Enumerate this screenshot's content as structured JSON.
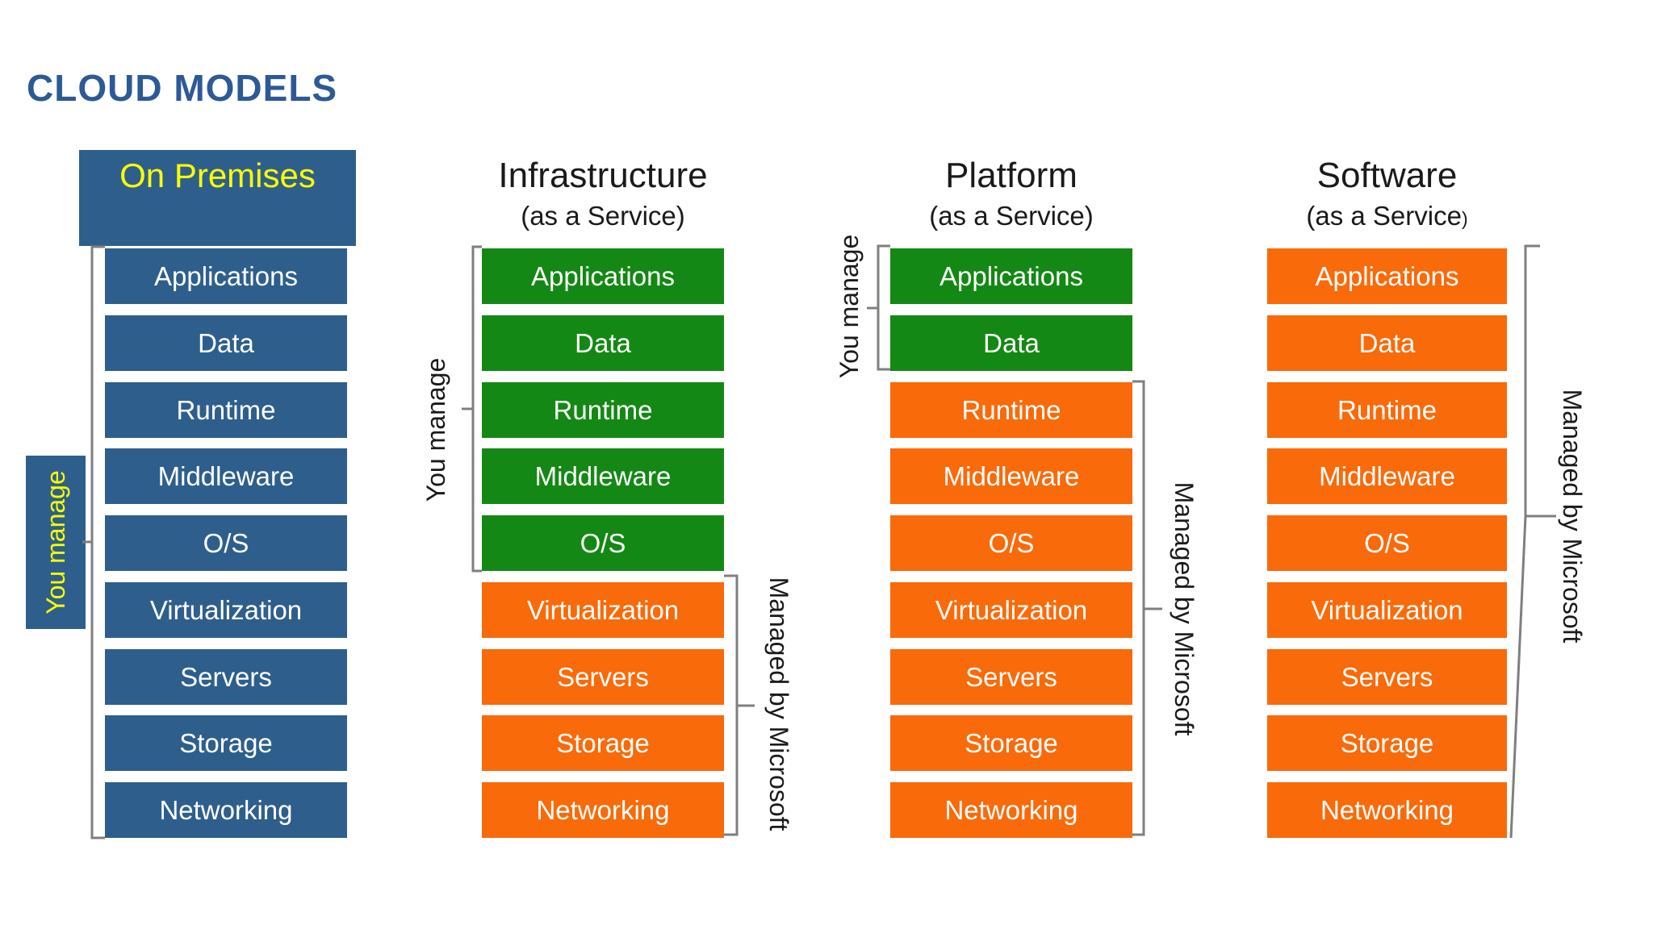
{
  "title": "CLOUD MODELS",
  "colors": {
    "blue": "#2E5F8C",
    "green": "#148814",
    "orange": "#F96A0A",
    "header_yellow_text": "#FAFF00",
    "title_blue": "#2D5A96",
    "heading_text": "#1A1A1A",
    "box_text": "#FFFFFF",
    "bracket_gray": "#7F7F7F"
  },
  "columns": [
    {
      "id": "on-premises",
      "header": {
        "label": "On Premises"
      },
      "side_label": {
        "text": "You manage"
      },
      "rows": [
        {
          "label": "Applications",
          "color": "blue"
        },
        {
          "label": "Data",
          "color": "blue"
        },
        {
          "label": "Runtime",
          "color": "blue"
        },
        {
          "label": "Middleware",
          "color": "blue"
        },
        {
          "label": "O/S",
          "color": "blue"
        },
        {
          "label": "Virtualization",
          "color": "blue"
        },
        {
          "label": "Servers",
          "color": "blue"
        },
        {
          "label": "Storage",
          "color": "blue"
        },
        {
          "label": "Networking",
          "color": "blue"
        }
      ]
    },
    {
      "id": "iaas",
      "header": {
        "title": "Infrastructure",
        "subtitle": "(as a Service)"
      },
      "left_label": {
        "text": "You manage"
      },
      "right_label": {
        "text": "Managed by Microsoft"
      },
      "rows": [
        {
          "label": "Applications",
          "color": "green"
        },
        {
          "label": "Data",
          "color": "green"
        },
        {
          "label": "Runtime",
          "color": "green"
        },
        {
          "label": "Middleware",
          "color": "green"
        },
        {
          "label": "O/S",
          "color": "green"
        },
        {
          "label": "Virtualization",
          "color": "orange"
        },
        {
          "label": "Servers",
          "color": "orange"
        },
        {
          "label": "Storage",
          "color": "orange"
        },
        {
          "label": "Networking",
          "color": "orange"
        }
      ]
    },
    {
      "id": "paas",
      "header": {
        "title": "Platform",
        "subtitle": "(as a Service)"
      },
      "left_label": {
        "text": "You manage"
      },
      "right_label": {
        "text": "Managed by Microsoft"
      },
      "rows": [
        {
          "label": "Applications",
          "color": "green"
        },
        {
          "label": "Data",
          "color": "green"
        },
        {
          "label": "Runtime",
          "color": "orange"
        },
        {
          "label": "Middleware",
          "color": "orange"
        },
        {
          "label": "O/S",
          "color": "orange"
        },
        {
          "label": "Virtualization",
          "color": "orange"
        },
        {
          "label": "Servers",
          "color": "orange"
        },
        {
          "label": "Storage",
          "color": "orange"
        },
        {
          "label": "Networking",
          "color": "orange"
        }
      ]
    },
    {
      "id": "saas",
      "header": {
        "title": "Software",
        "subtitle": "(as a Service",
        "subtitle_suffix": ")"
      },
      "right_label": {
        "text": "Managed by Microsoft"
      },
      "rows": [
        {
          "label": "Applications",
          "color": "orange"
        },
        {
          "label": "Data",
          "color": "orange"
        },
        {
          "label": "Runtime",
          "color": "orange"
        },
        {
          "label": "Middleware",
          "color": "orange"
        },
        {
          "label": "O/S",
          "color": "orange"
        },
        {
          "label": "Virtualization",
          "color": "orange"
        },
        {
          "label": "Servers",
          "color": "orange"
        },
        {
          "label": "Storage",
          "color": "orange"
        },
        {
          "label": "Networking",
          "color": "orange"
        }
      ]
    }
  ]
}
